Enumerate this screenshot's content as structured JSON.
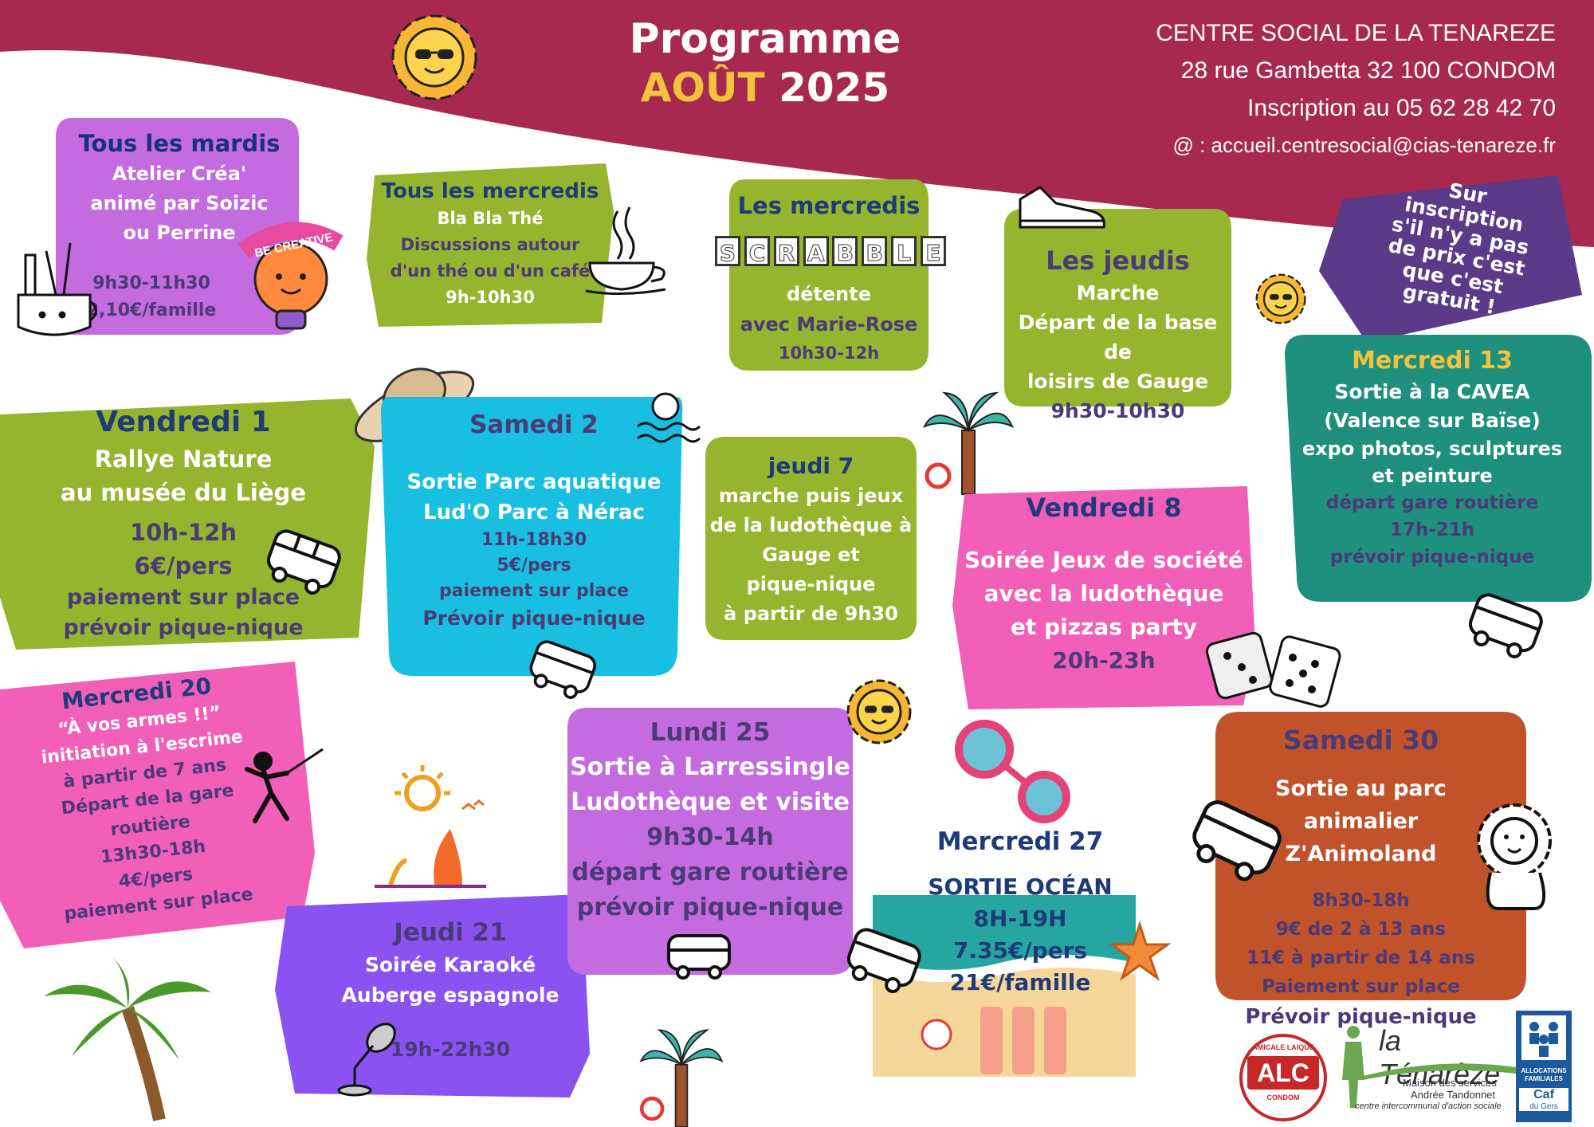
{
  "header": {
    "title": "Programme",
    "month": "AOÛT",
    "year": "2025",
    "org_name": "CENTRE SOCIAL DE LA TENAREZE",
    "address": "28 rue Gambetta 32 100 CONDOM",
    "phone": "Inscription au 05 62 28 42 70",
    "email": "@ : accueil.centresocial@cias-tenareze.fr"
  },
  "notice": {
    "lines": [
      "Sur",
      "inscription",
      "s'il n'y a pas",
      "de prix c'est",
      "que c'est",
      "gratuit !"
    ]
  },
  "stickers": {
    "be_creative": "BE CREATIVE",
    "scrabble": [
      "S",
      "C",
      "R",
      "A",
      "B",
      "B",
      "L",
      "E"
    ]
  },
  "events": {
    "mardis": {
      "title": "Tous les mardis",
      "lines": [
        "Atelier Créa'",
        "animé par Soizic",
        "ou Perrine"
      ],
      "time": "9h30-11h30",
      "price": "2,10€/famille"
    },
    "mercredis_the": {
      "title": "Tous les mercredis",
      "lines": [
        "Bla Bla Thé",
        "Discussions autour",
        "d'un thé ou d'un café",
        "9h-10h30"
      ]
    },
    "mercredis_scrabble": {
      "title": "Les mercredis",
      "lines": [
        "détente",
        "avec Marie-Rose",
        "10h30-12h"
      ]
    },
    "jeudis": {
      "title": "Les jeudis",
      "lines": [
        "Marche",
        "Départ de la base de",
        "loisirs de Gauge",
        "9h30-10h30"
      ]
    },
    "vendredi1": {
      "title": "Vendredi 1",
      "lines": [
        "Rallye Nature",
        "au musée du Liège"
      ],
      "time": "10h-12h",
      "price": "6€/pers",
      "extra": [
        "paiement sur place",
        "prévoir pique-nique"
      ]
    },
    "samedi2": {
      "title": "Samedi 2",
      "lines": [
        "Sortie Parc aquatique",
        "Lud'O Parc à Nérac"
      ],
      "details": [
        "11h-18h30",
        "5€/pers",
        "paiement sur place"
      ],
      "extra": "Prévoir pique-nique"
    },
    "jeudi7": {
      "title": "jeudi 7",
      "lines": [
        "marche puis jeux",
        "de la ludothèque à",
        "Gauge et",
        "pique-nique",
        "à partir de 9h30"
      ]
    },
    "vendredi8": {
      "title": "Vendredi 8",
      "lines": [
        "Soirée Jeux de société",
        "avec la ludothèque",
        "et pizzas party",
        "20h-23h"
      ]
    },
    "mercredi13": {
      "title": "Mercredi 13",
      "lines": [
        "Sortie à la CAVEA",
        "(Valence sur Baïse)",
        "expo photos, sculptures",
        "et peinture"
      ],
      "details": [
        "départ gare routière",
        "17h-21h",
        "prévoir pique-nique"
      ]
    },
    "mercredi20": {
      "title": "Mercredi 20",
      "lines": [
        "“À vos armes !!”",
        "initiation à l'escrime",
        "à partir de 7 ans",
        "Départ de la gare",
        "routière",
        "13h30-18h",
        "4€/pers",
        "paiement sur place"
      ]
    },
    "jeudi21": {
      "title": "Jeudi 21",
      "lines": [
        "Soirée Karaoké",
        "Auberge espagnole"
      ],
      "time": "19h-22h30"
    },
    "lundi25": {
      "title": "Lundi 25",
      "lines": [
        "Sortie à Larressingle",
        "Ludothèque et visite",
        "9h30-14h",
        "départ gare routière",
        "prévoir pique-nique"
      ]
    },
    "mercredi27": {
      "title": "Mercredi 27",
      "lines": [
        "SORTIE OCÉAN",
        "8H-19H",
        "7.35€/pers",
        "21€/famille"
      ]
    },
    "samedi30": {
      "title": "Samedi 30",
      "lines": [
        "Sortie au parc animalier",
        "Z'Animoland"
      ],
      "details": [
        "8h30-18h",
        "9€ de 2 à 13 ans",
        "11€ à partir de 14 ans",
        "Paiement sur place"
      ],
      "extra": "Prévoir pique-nique"
    }
  },
  "logos": {
    "alc": {
      "top": "AMICALE LAIQUE",
      "main": "ALC",
      "bottom": "CONDOM"
    },
    "tenareze": {
      "name": "la Ténarèze",
      "sub1": "Maison des services",
      "sub2": "Andrée Tandonnet",
      "sub3": "centre intercommunal d'action sociale"
    },
    "caf": {
      "top": "ALLOCATIONS FAMILIALES",
      "name": "Caf",
      "sub": "du Gers"
    }
  },
  "colors": {
    "header_band": "#a8294f",
    "purple": "#c46be0",
    "lime": "#95b52e",
    "cyan": "#19bfe0",
    "pink": "#f25fb9",
    "teal": "#1f8f7e",
    "violet": "#8a52f0",
    "orange": "#c0532a",
    "notice": "#5b3a88",
    "navy": "#1f3a78",
    "yellow": "#f3c33c"
  }
}
